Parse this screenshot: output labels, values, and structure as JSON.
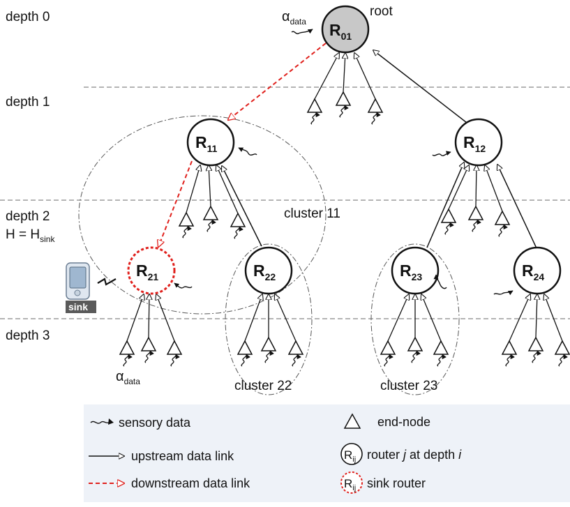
{
  "depths": [
    {
      "label": "depth 0"
    },
    {
      "label": "depth 1"
    },
    {
      "label": "depth 2"
    },
    {
      "label": "depth 3"
    }
  ],
  "depth2_extra": {
    "prefix": "H = H",
    "sub": "sink"
  },
  "root_label": "root",
  "alpha": {
    "symbol": "α",
    "sub": "data"
  },
  "routers": [
    {
      "id": "01",
      "main": "R",
      "sub": "01",
      "kind": "root"
    },
    {
      "id": "11",
      "main": "R",
      "sub": "11",
      "kind": "router"
    },
    {
      "id": "12",
      "main": "R",
      "sub": "12",
      "kind": "router"
    },
    {
      "id": "21",
      "main": "R",
      "sub": "21",
      "kind": "sink-router"
    },
    {
      "id": "22",
      "main": "R",
      "sub": "22",
      "kind": "router"
    },
    {
      "id": "23",
      "main": "R",
      "sub": "23",
      "kind": "router"
    },
    {
      "id": "24",
      "main": "R",
      "sub": "24",
      "kind": "router"
    }
  ],
  "clusters": [
    {
      "label": "cluster 11"
    },
    {
      "label": "cluster 22"
    },
    {
      "label": "cluster 23"
    }
  ],
  "sink": {
    "label": "sink"
  },
  "legend": {
    "sensory": "sensory data",
    "upstream": "upstream data link",
    "downstream": "downstream data link",
    "end_node": "end-node",
    "router_prefix": "router ",
    "router_j": "j",
    "router_mid": " at depth ",
    "router_i": "i",
    "sink_router": "sink router",
    "rij_main": "R",
    "rij_sub": "ij"
  },
  "colors": {
    "root_fill": "#c8c8c8",
    "downstream": "#e0201c",
    "legend_bg": "#eef2f8",
    "sink_badge": "#5a5a5a"
  }
}
